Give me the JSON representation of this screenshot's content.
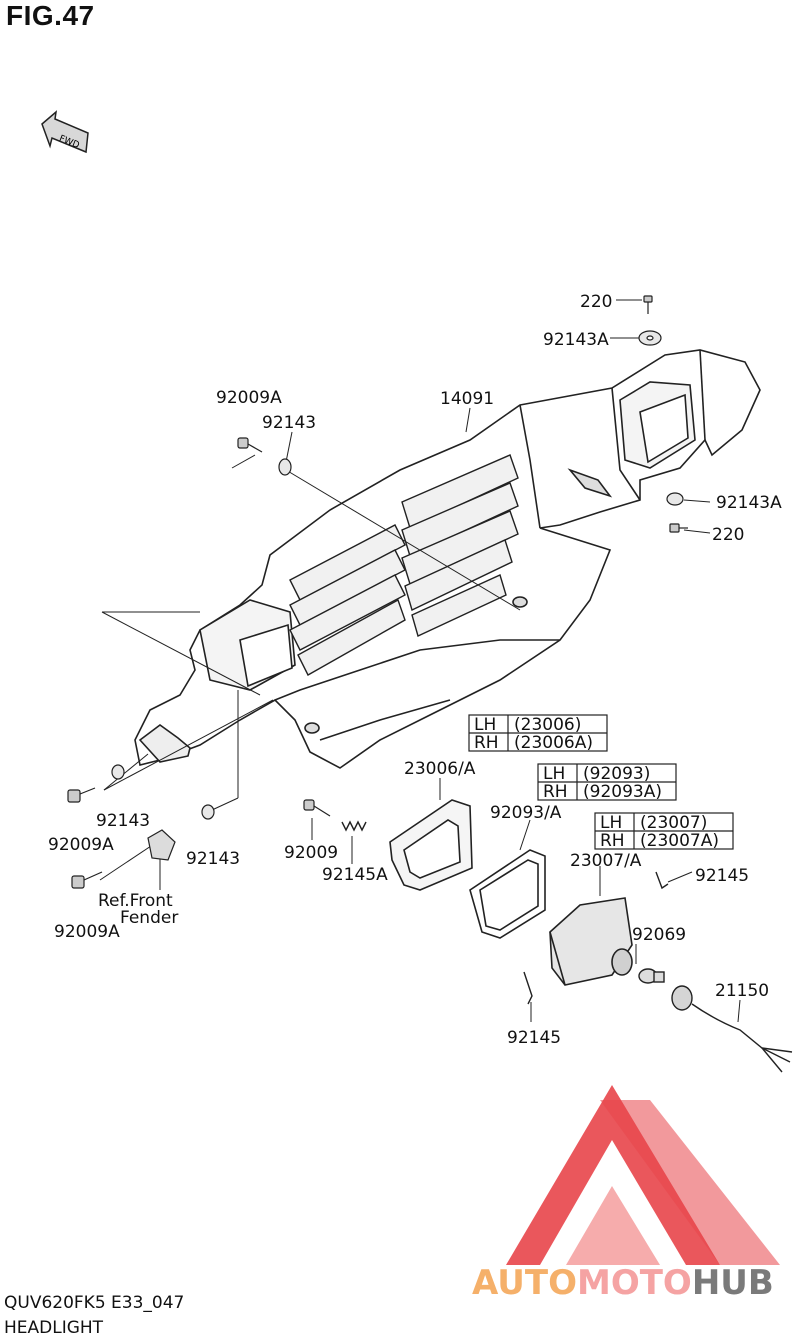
{
  "figure": {
    "title": "FIG.47",
    "model_code": "QUV620FK5 E33_047",
    "section_name": "HEADLIGHT",
    "fwd_label": "FWD"
  },
  "parts": {
    "p220_top": "220",
    "p92143A_top": "92143A",
    "p14091": "14091",
    "p92009A_top": "92009A",
    "p92143_top": "92143",
    "p92143A_right": "92143A",
    "p220_right": "220",
    "p92143_left": "92143",
    "p92009A_left": "92009A",
    "p92143_mid": "92143",
    "p92009A_bottom": "92009A",
    "ref_front_fender_l1": "Ref.Front",
    "ref_front_fender_l2": "Fender",
    "p92009": "92009",
    "p92145A": "92145A",
    "p23006A": "23006/A",
    "p92093A": "92093/A",
    "p23007A": "23007/A",
    "p92145_right": "92145",
    "p92069": "92069",
    "p21150": "21150",
    "p92145_bottom": "92145"
  },
  "variant_tables": [
    {
      "rows": [
        {
          "side": "LH",
          "part": "(23006)"
        },
        {
          "side": "RH",
          "part": "(23006A)"
        }
      ]
    },
    {
      "rows": [
        {
          "side": "LH",
          "part": "(92093)"
        },
        {
          "side": "RH",
          "part": "(92093A)"
        }
      ]
    },
    {
      "rows": [
        {
          "side": "LH",
          "part": "(23007)"
        },
        {
          "side": "RH",
          "part": "(23007A)"
        }
      ]
    }
  ],
  "watermark": {
    "brand_auto": "AUTO",
    "brand_moto": "MOTO",
    "brand_hub": "HUB",
    "color_red": "#e8454a",
    "color_pink": "#f5a3a3",
    "color_orange": "#f5b06a",
    "color_gray": "#7a7a7a"
  }
}
